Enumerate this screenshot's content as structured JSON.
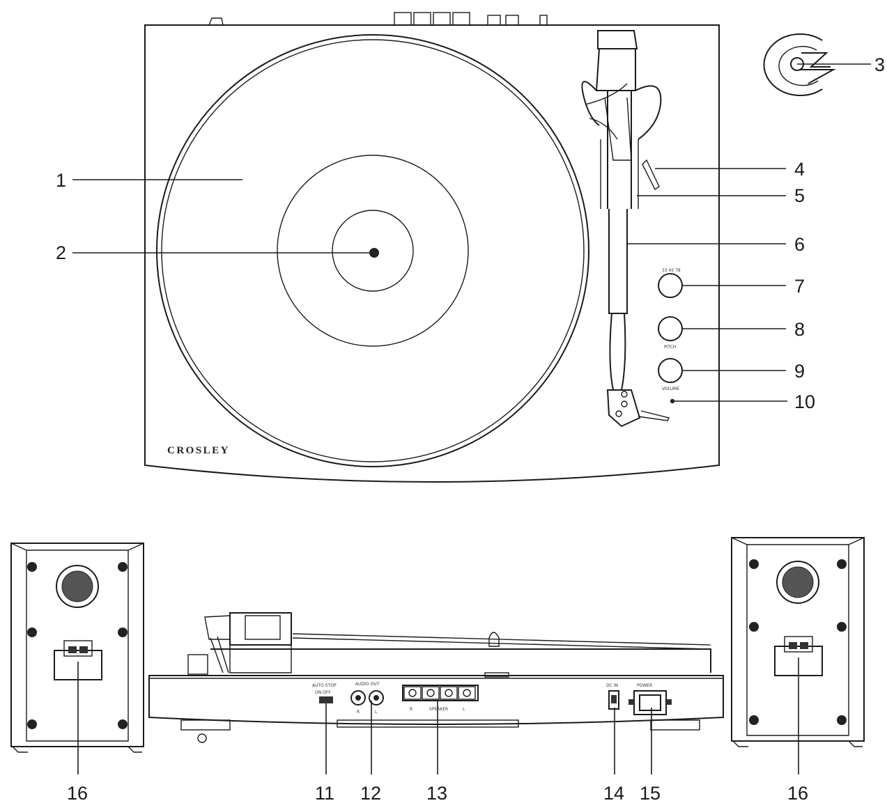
{
  "brand": "CROSLEY",
  "callouts": [
    "1",
    "2",
    "3",
    "4",
    "5",
    "6",
    "7",
    "8",
    "9",
    "10",
    "11",
    "12",
    "13",
    "14",
    "15",
    "16",
    "16"
  ],
  "panel_text": {
    "speaker_r": "R",
    "speaker_l": "L",
    "speaker": "SPEAKER",
    "audio_out": "AUDIO OUT",
    "audio_r": "R",
    "audio_l": "L",
    "auto_stop": "AUTO STOP",
    "on_off": "ON OFF",
    "dc": "DC IN",
    "power": "POWER"
  }
}
